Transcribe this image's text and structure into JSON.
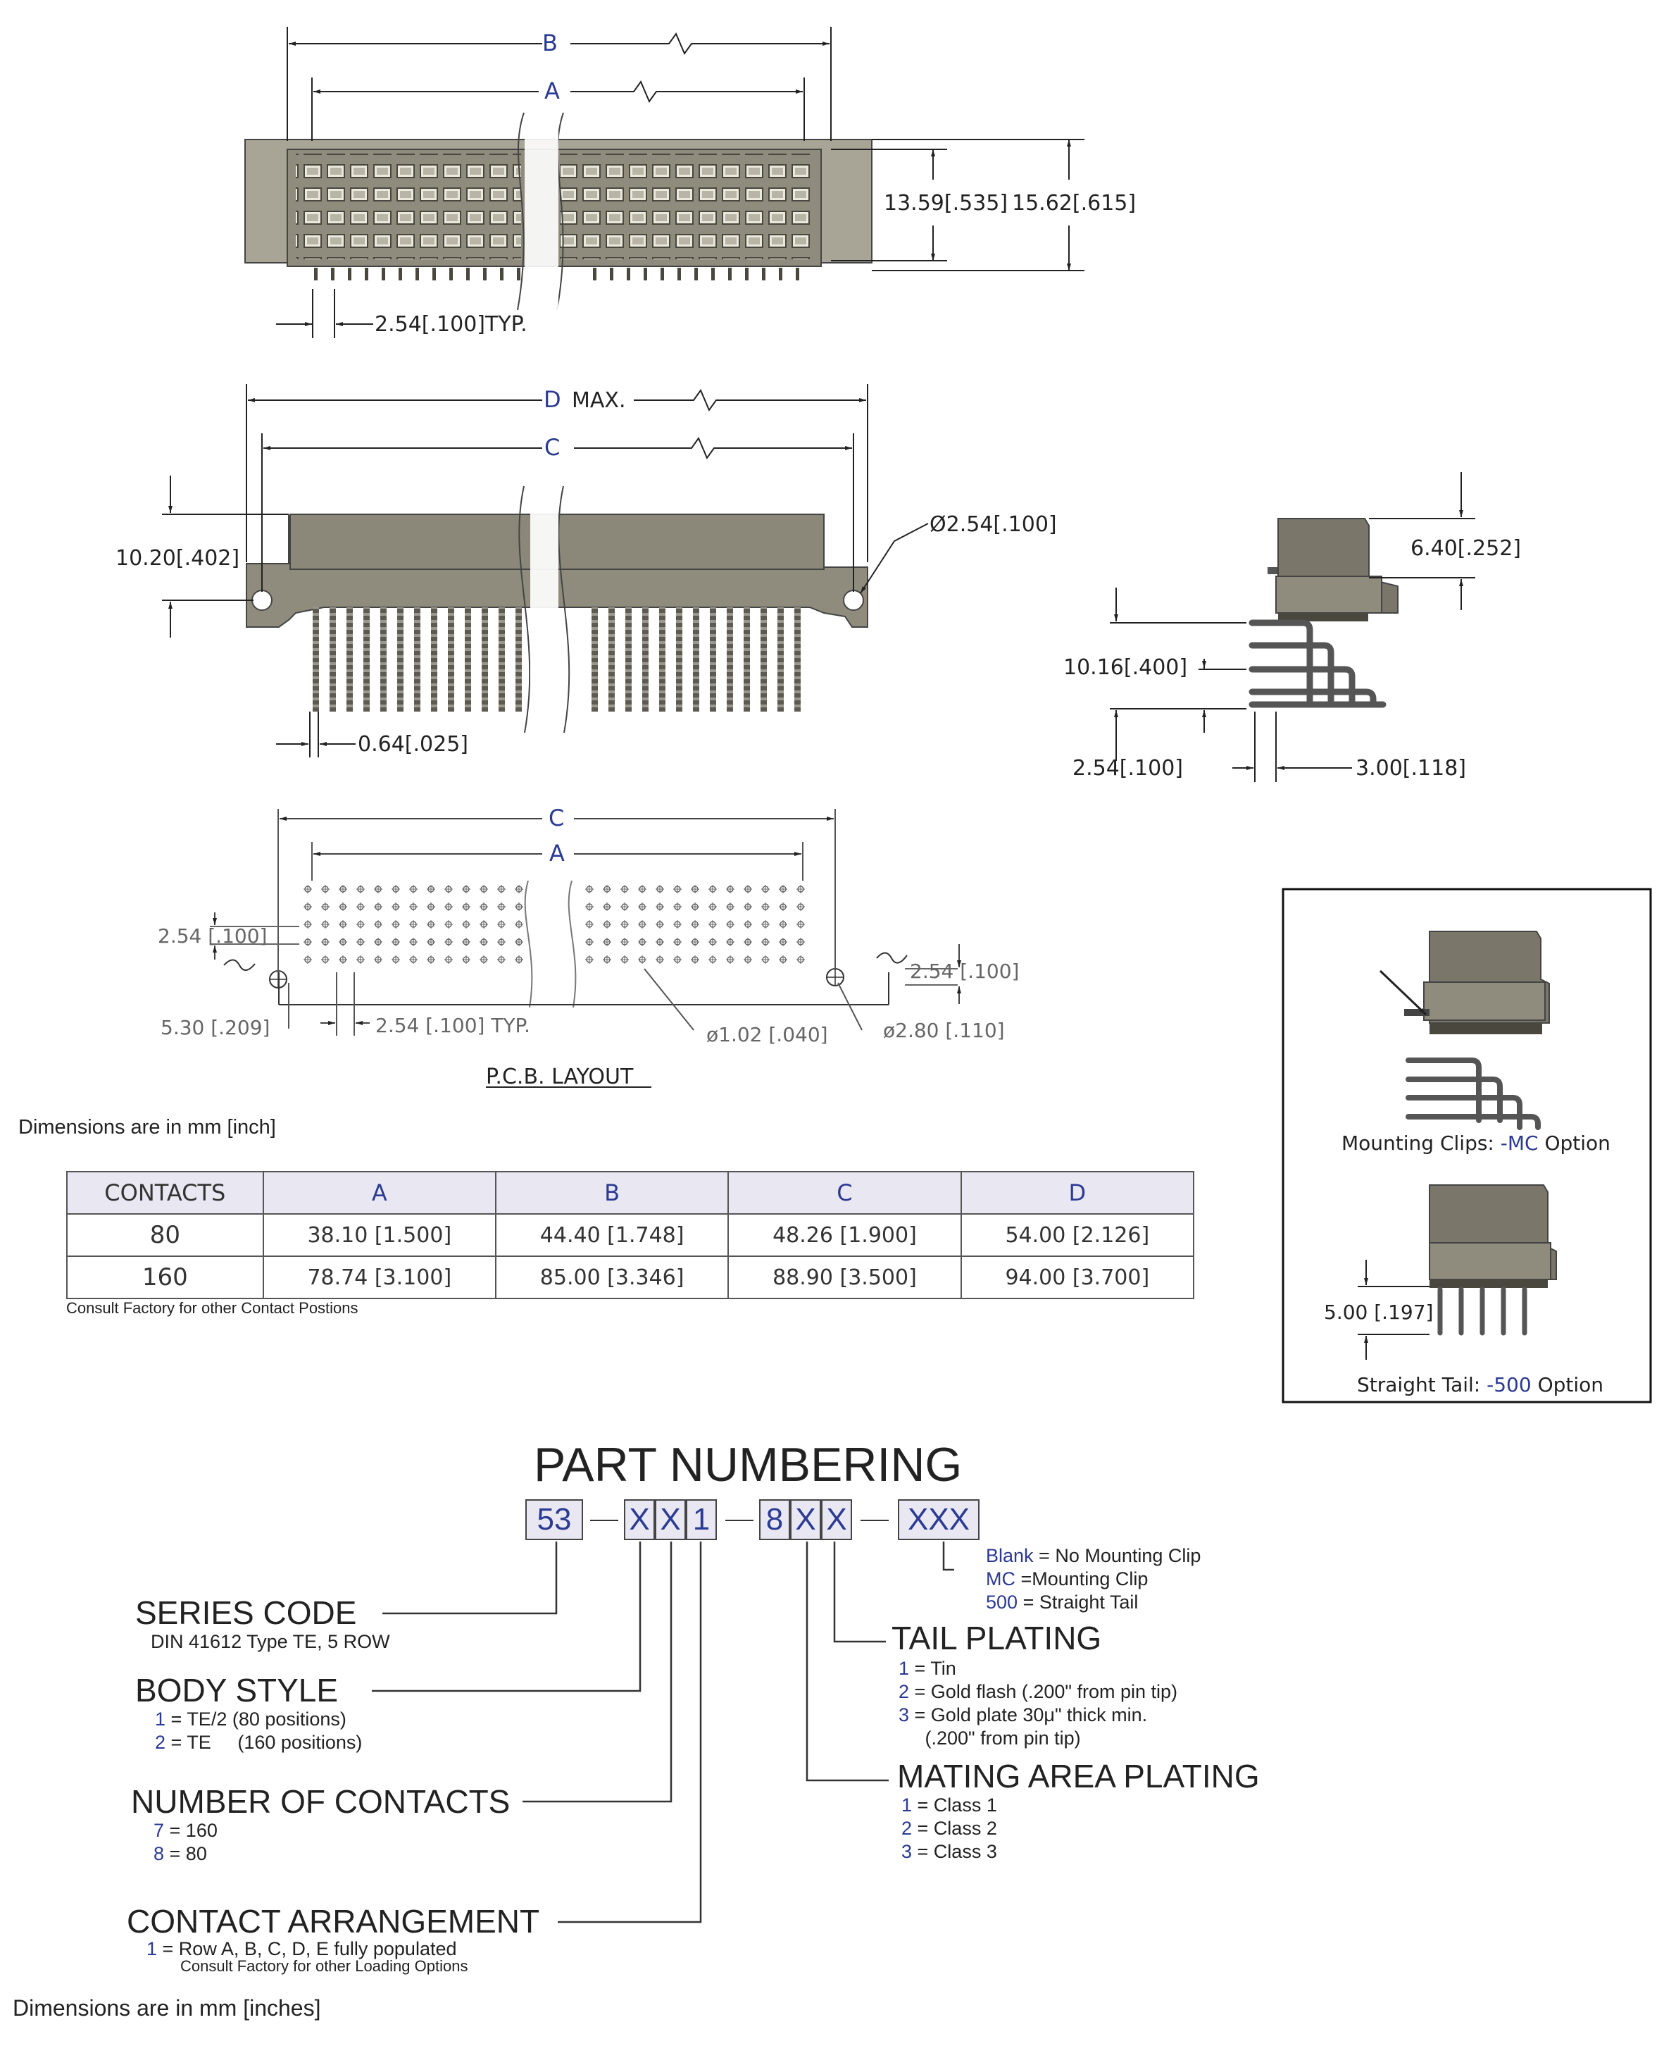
{
  "top_view": {
    "dim_b": "B",
    "dim_a": "A",
    "height_inner": "13.59[.535]",
    "height_outer": "15.62[.615]",
    "pitch": "2.54[.100]TYP."
  },
  "side_view": {
    "dim_d": "D",
    "dim_d_suffix": "MAX.",
    "dim_c": "C",
    "body_height": "10.20[.402]",
    "hole_dia": "Ø2.54[.100]",
    "pin_width": "0.64[.025]"
  },
  "end_view": {
    "top_height": "6.40[.252]",
    "tail_span": "10.16[.400]",
    "row_pitch": "2.54[.100]",
    "tail_offset": "3.00[.118]"
  },
  "pcb_layout": {
    "dim_c": "C",
    "dim_a": "A",
    "row_pitch_left": "2.54 [.100]",
    "row_pitch_right": "2.54 [.100]",
    "edge_offset": "5.30 [.209]",
    "hole_pitch": "2.54 [.100] TYP.",
    "hole_small": "ø1.02 [.040]",
    "hole_large": "ø2.80 [.110]",
    "caption": "P.C.B.  LAYOUT"
  },
  "dimensions_note": "Dimensions are in mm [inch]",
  "table": {
    "headers": [
      "CONTACTS",
      "A",
      "B",
      "C",
      "D"
    ],
    "rows": [
      [
        "80",
        "38.10 [1.500]",
        "44.40 [1.748]",
        "48.26 [1.900]",
        "54.00 [2.126]"
      ],
      [
        "160",
        "78.74 [3.100]",
        "85.00 [3.346]",
        "88.90 [3.500]",
        "94.00 [3.700]"
      ]
    ],
    "footnote": "Consult Factory for other Contact Postions"
  },
  "options_panel": {
    "mc_prefix": "Mounting Clips:  ",
    "mc_code": "-MC",
    "mc_suffix": " Option",
    "straight_dim": "5.00 [.197]",
    "st_prefix": "Straight Tail:  ",
    "st_code": "-500",
    "st_suffix": " Option"
  },
  "part_numbering": {
    "title": "PART NUMBERING",
    "boxes": [
      "53",
      "X",
      "X",
      "1",
      "8",
      "X",
      "X",
      "XXX"
    ],
    "clip_options": [
      {
        "code": "Blank",
        "text": " = No Mounting Clip"
      },
      {
        "code": "MC",
        "text": " =Mounting Clip"
      },
      {
        "code": "500",
        "text": " = Straight Tail"
      }
    ],
    "series_code": {
      "title": "SERIES CODE",
      "desc": "DIN 41612  Type TE, 5 ROW"
    },
    "body_style": {
      "title": "BODY STYLE",
      "options": [
        {
          "code": "1",
          "text": " = TE/2  (80 positions)"
        },
        {
          "code": "2",
          "text": " = TE     (160 positions)"
        }
      ]
    },
    "number_of_contacts": {
      "title": "NUMBER OF CONTACTS",
      "options": [
        {
          "code": "7",
          "text": " = 160"
        },
        {
          "code": "8",
          "text": " = 80"
        }
      ]
    },
    "contact_arrangement": {
      "title": "CONTACT ARRANGEMENT",
      "options": [
        {
          "code": "1",
          "text": " = Row A, B, C, D, E fully populated"
        }
      ],
      "note": "Consult Factory for other Loading Options"
    },
    "tail_plating": {
      "title": "TAIL PLATING",
      "options": [
        {
          "code": "1",
          "text": " = Tin"
        },
        {
          "code": "2",
          "text": " = Gold flash (.200\" from pin tip)"
        },
        {
          "code": "3",
          "text": " = Gold plate 30μ\" thick min."
        },
        {
          "code": "",
          "text": "     (.200\" from pin tip)"
        }
      ]
    },
    "mating_area_plating": {
      "title": "MATING AREA PLATING",
      "options": [
        {
          "code": "1",
          "text": " = Class 1"
        },
        {
          "code": "2",
          "text": " = Class 2"
        },
        {
          "code": "3",
          "text": " = Class 3"
        }
      ]
    }
  },
  "footer_note": "Dimensions are in mm [inches]",
  "colors": {
    "body": "#8f8c7e",
    "body_dark": "#5f5c52",
    "accent_text": "#2b3a93",
    "table_header": "#e9e8f2"
  }
}
